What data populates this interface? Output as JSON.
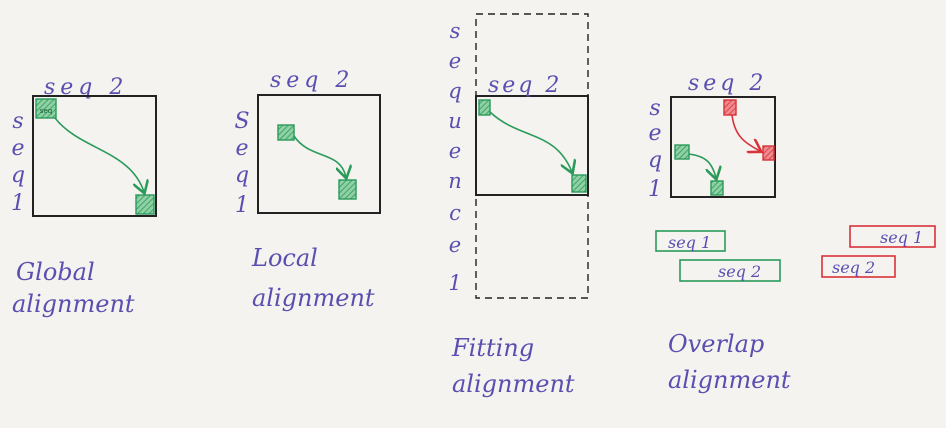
{
  "colors": {
    "ink": "#222222",
    "label": "#5a4fb0",
    "green": "#2a9a5a",
    "red": "#d8323a",
    "paper": "#f4f3ef"
  },
  "panels": [
    {
      "id": "global",
      "top": "seq 2",
      "side": [
        "s",
        "e",
        "q",
        "1"
      ],
      "caption": [
        "Global",
        "alignment"
      ]
    },
    {
      "id": "local",
      "top": "seq 2",
      "side": [
        "S",
        "e",
        "q",
        "1"
      ],
      "caption": [
        "Local",
        "alignment"
      ]
    },
    {
      "id": "fitting",
      "top": "seq 2",
      "side": [
        "s",
        "e",
        "q",
        "u",
        "e",
        "n",
        "c",
        "e",
        "1"
      ],
      "caption": [
        "Fitting",
        "alignment"
      ]
    },
    {
      "id": "overlap",
      "top": "seq 2",
      "side": [
        "s",
        "e",
        "q",
        "1"
      ],
      "caption": [
        "Overlap",
        "alignment"
      ]
    }
  ],
  "cell_labels": {
    "global_start": "seq"
  },
  "overlap_bars": {
    "green_top": "seq 1",
    "green_bottom": "seq 2",
    "red_top": "seq 1",
    "red_bottom": "seq 2"
  }
}
